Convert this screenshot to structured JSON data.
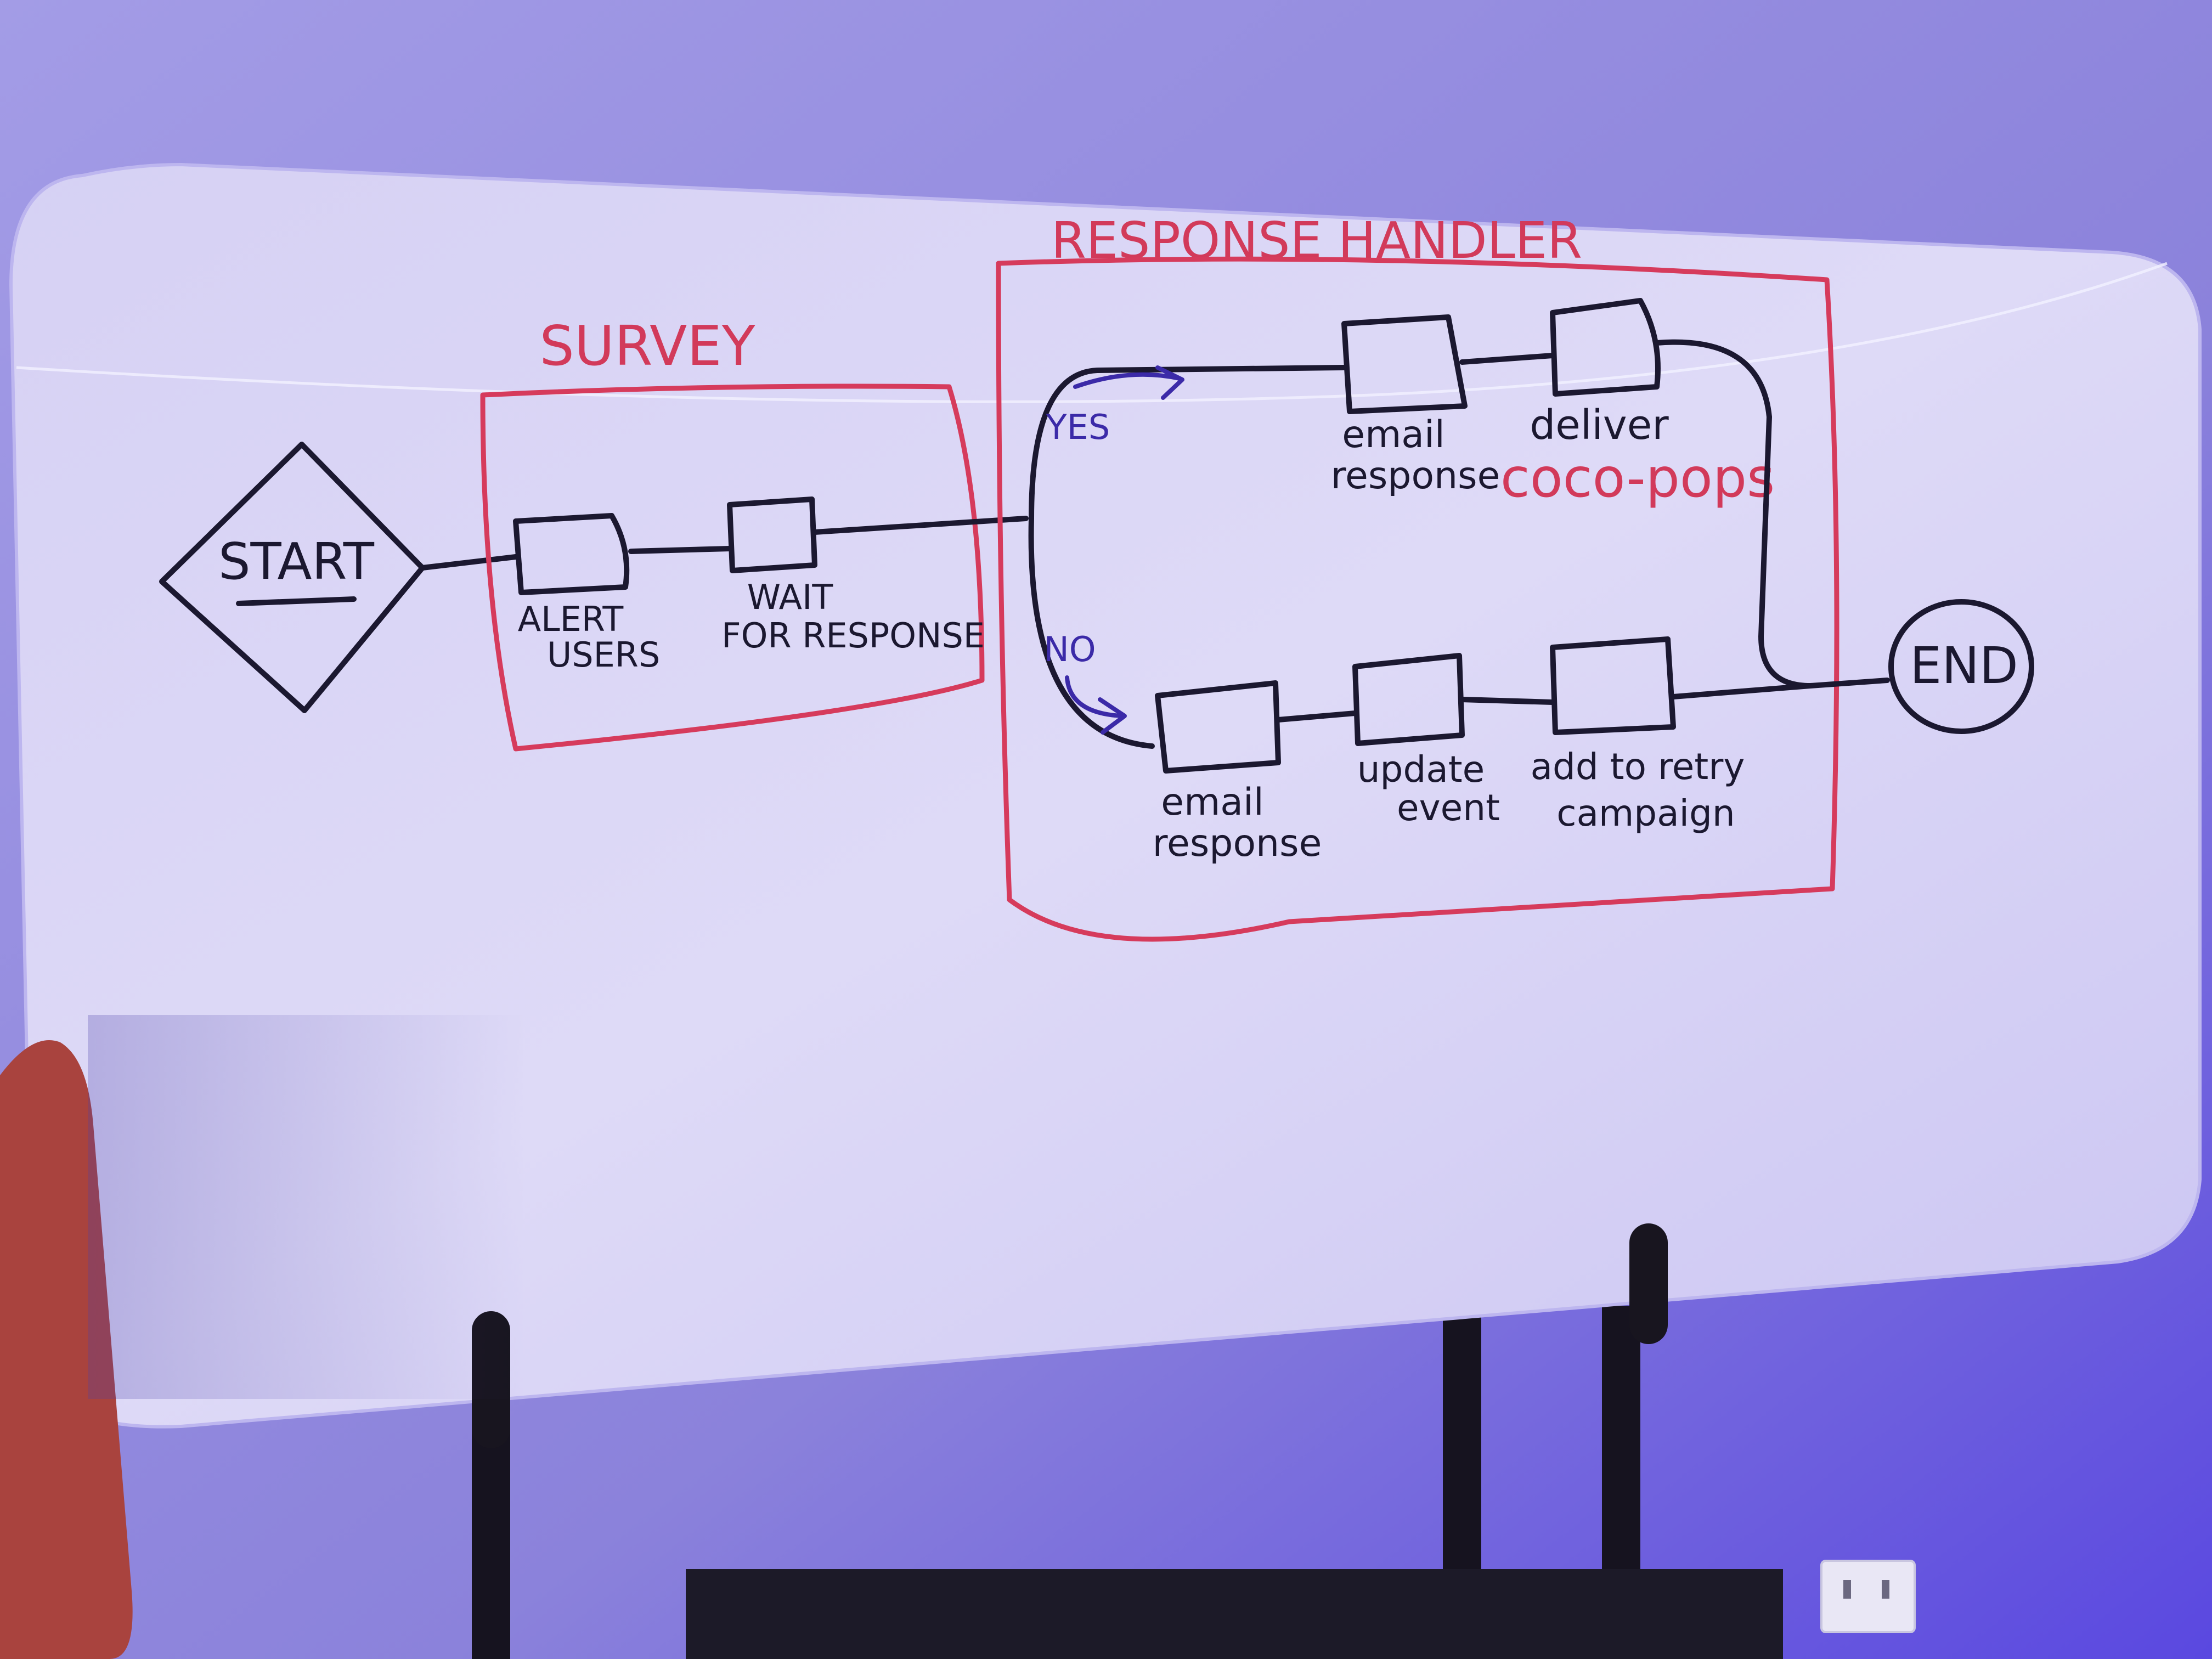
{
  "diagram": {
    "start_label": "START",
    "end_label": "END",
    "survey": {
      "title": "SURVEY",
      "alert_users": [
        "ALERT",
        "USERS"
      ],
      "wait_for_response": [
        "WAIT",
        "FOR RESPONSE"
      ]
    },
    "response_handler": {
      "title": "RESPONSE HANDLER",
      "yes_label": "YES",
      "no_label": "NO",
      "yes_email_response": [
        "email",
        "response"
      ],
      "yes_deliver": "deliver",
      "yes_coco_pops": "coco-pops",
      "no_email_response": [
        "email",
        "response"
      ],
      "no_update_event": [
        "update",
        "event"
      ],
      "no_add_to_retry": [
        "add to retry",
        "campaign"
      ]
    }
  },
  "colors": {
    "marker_black": "#1b1830",
    "marker_red": "#d63b5c",
    "marker_purple": "#3b2aa8",
    "board": "#d9d4f6",
    "wall": "#8f87dc"
  }
}
